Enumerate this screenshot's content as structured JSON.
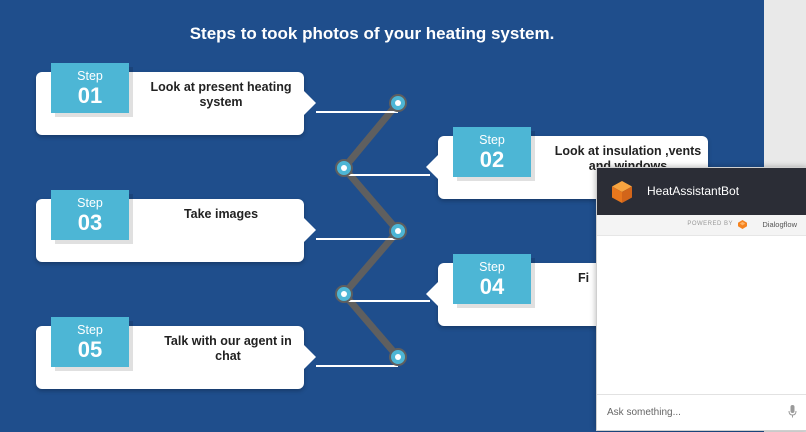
{
  "slide": {
    "title": "Steps to took photos of your heating system."
  },
  "steps": [
    {
      "step_word": "Step",
      "number": "01",
      "text": "Look at present heating system"
    },
    {
      "step_word": "Step",
      "number": "02",
      "text": "Look at insulation ,vents and windows"
    },
    {
      "step_word": "Step",
      "number": "03",
      "text": "Take images"
    },
    {
      "step_word": "Step",
      "number": "04",
      "text": "Fi"
    },
    {
      "step_word": "Step",
      "number": "05",
      "text": "Talk with our agent in chat"
    }
  ],
  "chat": {
    "bot_name": "HeatAssistantBot",
    "powered_by": "POWERED BY",
    "powered_brand": "Dialogflow",
    "input_placeholder": "Ask something..."
  },
  "colors": {
    "slide_bg": "#1f4e8c",
    "badge": "#4db6d5",
    "chat_header": "#2b2d36",
    "bot_orange": "#f28c28"
  },
  "icons": [
    "bot-cube-icon",
    "dialogflow-icon",
    "microphone-icon"
  ]
}
